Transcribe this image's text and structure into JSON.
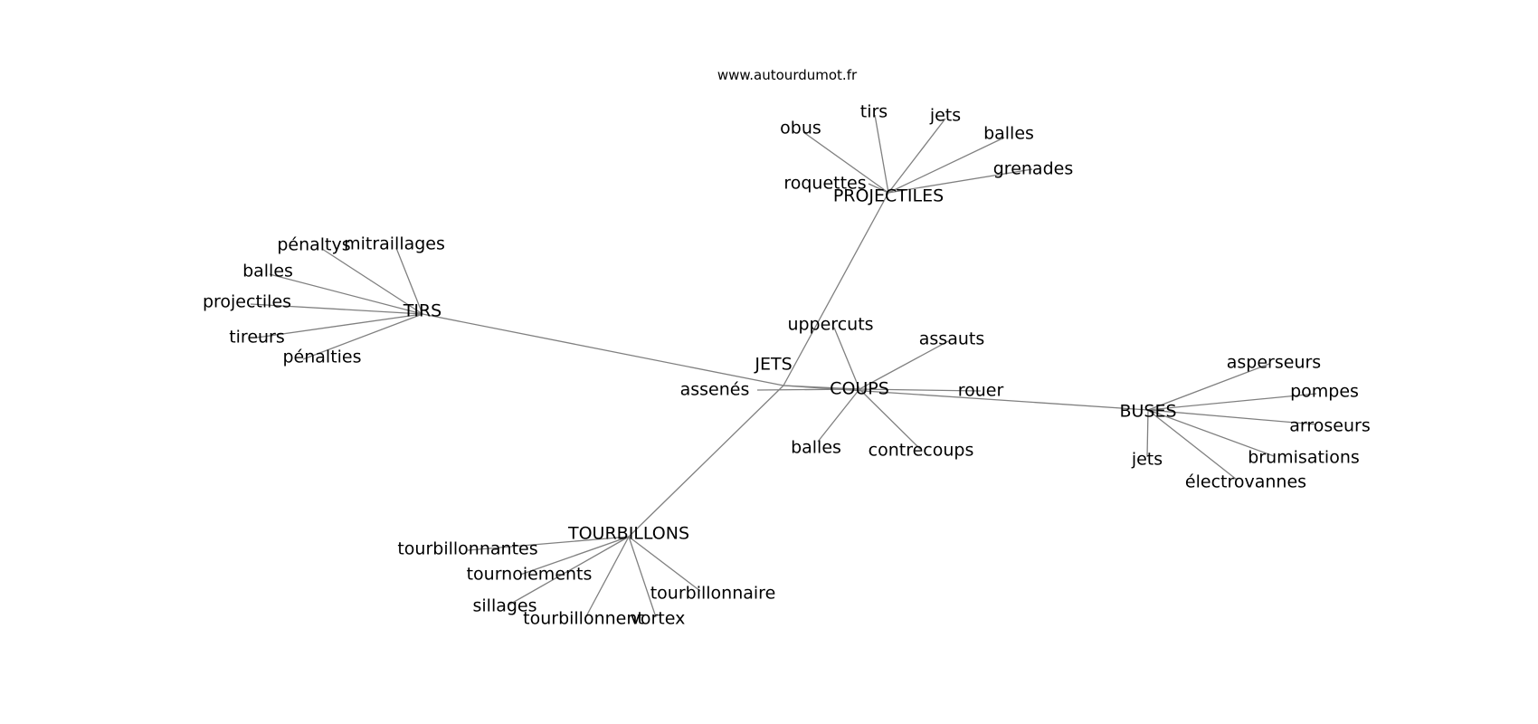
{
  "watermark": "www.autourdumot.fr",
  "colors": {
    "edge": "#808080",
    "text": "#000000",
    "background": "#ffffff"
  },
  "nodes": [
    {
      "id": "jets_c",
      "label": "JETS"
    },
    {
      "id": "coups",
      "label": "COUPS"
    },
    {
      "id": "assenes",
      "label": "assenés"
    },
    {
      "id": "rouer",
      "label": "rouer"
    },
    {
      "id": "uppercuts",
      "label": "uppercuts"
    },
    {
      "id": "assauts",
      "label": "assauts"
    },
    {
      "id": "balles_c",
      "label": "balles"
    },
    {
      "id": "contrecoups",
      "label": "contrecoups"
    },
    {
      "id": "projectiles_hub",
      "label": "PROJECTILES"
    },
    {
      "id": "obus",
      "label": "obus"
    },
    {
      "id": "tirs_p",
      "label": "tirs"
    },
    {
      "id": "jets_p",
      "label": "jets"
    },
    {
      "id": "balles_p",
      "label": "balles"
    },
    {
      "id": "grenades",
      "label": "grenades"
    },
    {
      "id": "roquettes",
      "label": "roquettes"
    },
    {
      "id": "tirs_hub",
      "label": "TIRS"
    },
    {
      "id": "penaltys",
      "label": "pénaltys"
    },
    {
      "id": "mitraillages",
      "label": "mitraillages"
    },
    {
      "id": "balles_t",
      "label": "balles"
    },
    {
      "id": "projectiles_t",
      "label": "projectiles"
    },
    {
      "id": "tireurs",
      "label": "tireurs"
    },
    {
      "id": "penalties",
      "label": "pénalties"
    },
    {
      "id": "buses",
      "label": "BUSES"
    },
    {
      "id": "asperseurs",
      "label": "asperseurs"
    },
    {
      "id": "pompes",
      "label": "pompes"
    },
    {
      "id": "arroseurs",
      "label": "arroseurs"
    },
    {
      "id": "brumisations",
      "label": "brumisations"
    },
    {
      "id": "jets_b",
      "label": "jets"
    },
    {
      "id": "electrovannes",
      "label": "électrovannes"
    },
    {
      "id": "tourbillons",
      "label": "TOURBILLONS"
    },
    {
      "id": "tourbillonnantes",
      "label": "tourbillonnantes"
    },
    {
      "id": "tournoiements",
      "label": "tournoiements"
    },
    {
      "id": "sillages",
      "label": "sillages"
    },
    {
      "id": "tourbillonnent",
      "label": "tourbillonnent"
    },
    {
      "id": "vortex",
      "label": "vortex"
    },
    {
      "id": "tourbillonnaire",
      "label": "tourbillonnaire"
    }
  ],
  "edges": [
    [
      "jets_c",
      "coups"
    ],
    [
      "jets_c",
      "projectiles_hub"
    ],
    [
      "jets_c",
      "tirs_hub"
    ],
    [
      "jets_c",
      "buses"
    ],
    [
      "jets_c",
      "tourbillons"
    ],
    [
      "coups",
      "assenes"
    ],
    [
      "coups",
      "rouer"
    ],
    [
      "coups",
      "uppercuts"
    ],
    [
      "coups",
      "assauts"
    ],
    [
      "coups",
      "balles_c"
    ],
    [
      "coups",
      "contrecoups"
    ],
    [
      "projectiles_hub",
      "obus"
    ],
    [
      "projectiles_hub",
      "tirs_p"
    ],
    [
      "projectiles_hub",
      "jets_p"
    ],
    [
      "projectiles_hub",
      "balles_p"
    ],
    [
      "projectiles_hub",
      "grenades"
    ],
    [
      "projectiles_hub",
      "roquettes"
    ],
    [
      "tirs_hub",
      "penaltys"
    ],
    [
      "tirs_hub",
      "mitraillages"
    ],
    [
      "tirs_hub",
      "balles_t"
    ],
    [
      "tirs_hub",
      "projectiles_t"
    ],
    [
      "tirs_hub",
      "tireurs"
    ],
    [
      "tirs_hub",
      "penalties"
    ],
    [
      "buses",
      "asperseurs"
    ],
    [
      "buses",
      "pompes"
    ],
    [
      "buses",
      "arroseurs"
    ],
    [
      "buses",
      "brumisations"
    ],
    [
      "buses",
      "jets_b"
    ],
    [
      "buses",
      "electrovannes"
    ],
    [
      "tourbillons",
      "tourbillonnantes"
    ],
    [
      "tourbillons",
      "tournoiements"
    ],
    [
      "tourbillons",
      "sillages"
    ],
    [
      "tourbillons",
      "tourbillonnent"
    ],
    [
      "tourbillons",
      "vortex"
    ],
    [
      "tourbillons",
      "tourbillonnaire"
    ]
  ]
}
